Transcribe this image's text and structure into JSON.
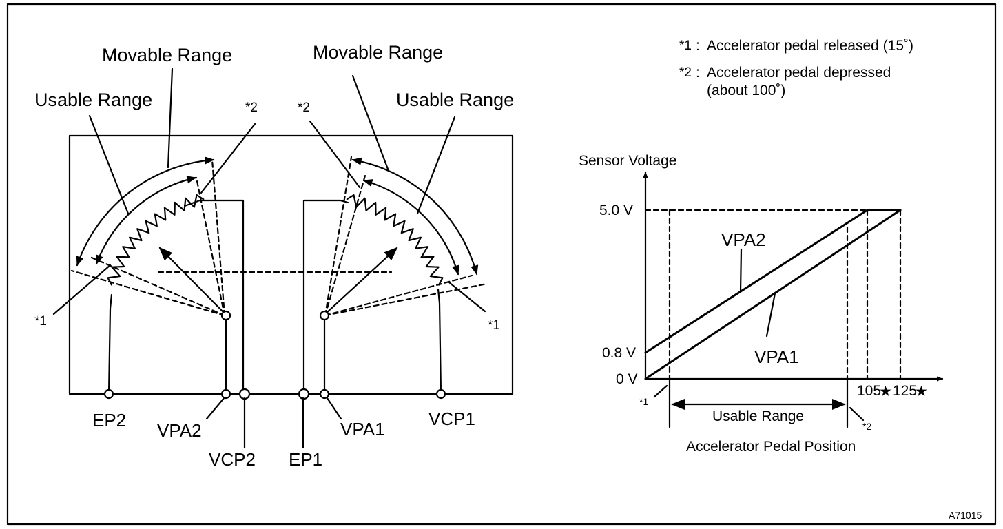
{
  "legend": {
    "note1_marker": "*1",
    "note1_text": "Accelerator pedal released (15˚)",
    "note2_marker": "*2",
    "note2_text_line1": "Accelerator pedal depressed",
    "note2_text_line2": "(about 100˚)"
  },
  "sensor_left": {
    "movable_range": "Movable Range",
    "usable_range": "Usable Range",
    "marker_released": "*1",
    "marker_depressed": "*2"
  },
  "sensor_right": {
    "movable_range": "Movable Range",
    "usable_range": "Usable Range",
    "marker_released": "*1",
    "marker_depressed": "*2"
  },
  "terminals": {
    "ep2": "EP2",
    "vpa2": "VPA2",
    "vcp2": "VCP2",
    "ep1": "EP1",
    "vpa1": "VPA1",
    "vcp1": "VCP1"
  },
  "graph": {
    "ylabel": "Sensor Voltage",
    "y_top": "5.0 V",
    "y_mid": "0.8 V",
    "y_zero": "0 V",
    "x_tick_105": "105",
    "x_tick_125": "125",
    "star_symbol": "★",
    "line_vpa2": "VPA2",
    "line_vpa1": "VPA1",
    "marker_released": "*1",
    "marker_depressed": "*2",
    "usable_range": "Usable Range",
    "xlabel": "Accelerator Pedal Position"
  },
  "figure_id": "A71015"
}
